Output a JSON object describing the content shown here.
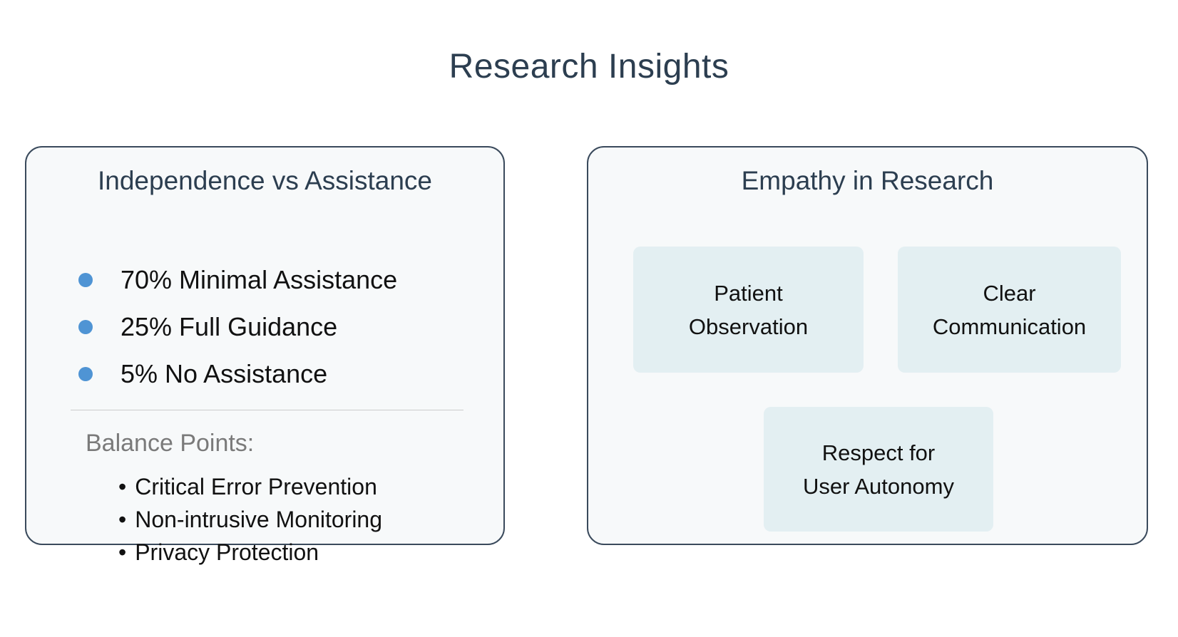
{
  "page": {
    "title": "Research Insights"
  },
  "colors": {
    "heading": "#2c3e50",
    "panel_border": "#3a4a5c",
    "panel_background": "#f7f9fa",
    "inner_box_background": "#e3eff2",
    "bullet_dot": "#4f94d4",
    "muted_heading": "#7a7a7a",
    "divider": "#cccccc",
    "body_text": "#111111"
  },
  "left_panel": {
    "title": "Independence vs Assistance",
    "bullets": [
      "70% Minimal Assistance",
      "25% Full Guidance",
      "5% No Assistance"
    ],
    "subheading": "Balance Points:",
    "sub_bullet_marker": "•",
    "sub_bullets": [
      "Critical Error Prevention",
      "Non-intrusive Monitoring",
      "Privacy Protection"
    ]
  },
  "right_panel": {
    "title": "Empathy in Research",
    "boxes": [
      {
        "line1": "Patient",
        "line2": "Observation"
      },
      {
        "line1": "Clear",
        "line2": "Communication"
      },
      {
        "line1": "Respect for",
        "line2": "User Autonomy"
      }
    ]
  }
}
